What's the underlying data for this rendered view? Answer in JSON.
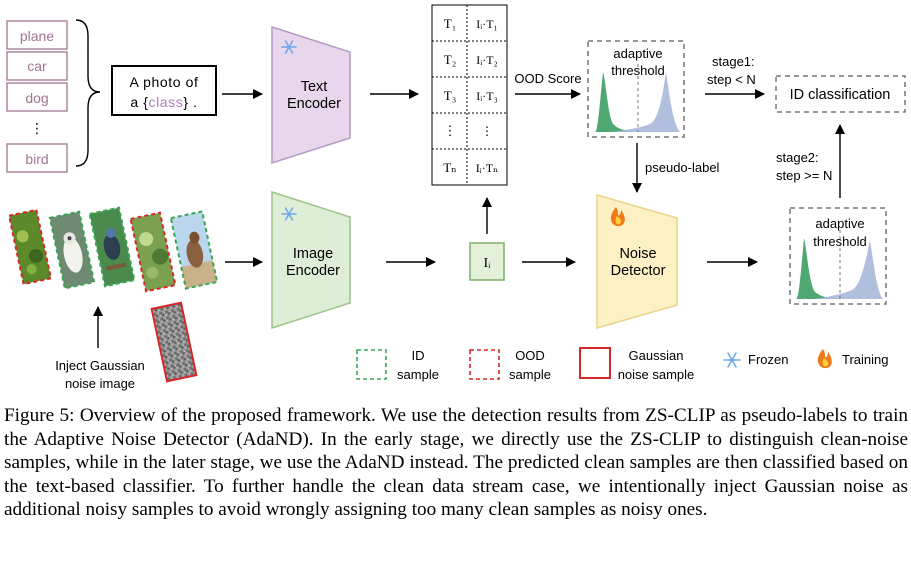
{
  "classes": [
    "plane",
    "car",
    "dog",
    "⋮",
    "bird"
  ],
  "prompt": {
    "line1": "A photo of",
    "line2_prefix": "a {",
    "line2_class": "class",
    "line2_suffix": "} ."
  },
  "text_encoder": {
    "line1": "Text",
    "line2": "Encoder"
  },
  "image_encoder": {
    "line1": "Image",
    "line2": "Encoder"
  },
  "noise_detector": {
    "line1": "Noise",
    "line2": "Detector"
  },
  "similarity_table": {
    "t_labels": [
      "T₁",
      "T₂",
      "T₃",
      "⋮",
      "Tₙ"
    ],
    "products": [
      "Iᵢ·T₁",
      "Iᵢ·T₂",
      "Iᵢ·T₃",
      "⋮",
      "Iᵢ·Tₙ"
    ]
  },
  "image_feature": "Iᵢ",
  "ood_score": "OOD Score",
  "adaptive_threshold_top": {
    "line1": "adaptive",
    "line2": "threshold"
  },
  "adaptive_threshold_bottom": {
    "line1": "adaptive",
    "line2": "threshold"
  },
  "stage1": {
    "line1": "stage1:",
    "line2": "step < N"
  },
  "stage2": {
    "line1": "stage2:",
    "line2": "step >= N"
  },
  "pseudo_label": "pseudo-label",
  "id_classification": "ID classification",
  "inject": {
    "line1": "Inject Gaussian",
    "line2": "noise image"
  },
  "legend": {
    "id": {
      "line1": "ID",
      "line2": "sample"
    },
    "ood": {
      "line1": "OOD",
      "line2": "sample"
    },
    "gaussian": {
      "line1": "Gaussian",
      "line2": "noise sample"
    },
    "frozen": "Frozen",
    "training": "Training"
  },
  "colors": {
    "class_box": "#a07590",
    "class_text": "#a07590",
    "text_encoder_fill": "#e7d6ec",
    "text_encoder_stroke": "#b49ac4",
    "image_encoder_fill": "#deedd6",
    "image_encoder_stroke": "#9cc48a",
    "noise_detector_fill": "#fdf0c4",
    "noise_detector_stroke": "#ecd38a",
    "feature_fill": "#e3f0da",
    "feature_stroke": "#7fb069",
    "id_green": "#3aa655",
    "ood_red": "#d62828",
    "hist_green": "#4fa872",
    "hist_blue": "#a8b8dc",
    "frozen_blue": "#6aa8e8",
    "flame_orange": "#f07a1a"
  },
  "caption": "Figure 5: Overview of the proposed framework. We use the detection results from ZS-CLIP as pseudo-labels to train the Adaptive Noise Detector (AdaND). In the early stage, we directly use the ZS-CLIP to distinguish clean-noise samples, while in the later stage, we use the AdaND instead. The predicted clean samples are then classified based on the text-based classifier. To further handle the clean data stream case, we intentionally inject Gaussian noise as additional noisy samples to avoid wrongly assigning too many clean samples as noisy ones."
}
